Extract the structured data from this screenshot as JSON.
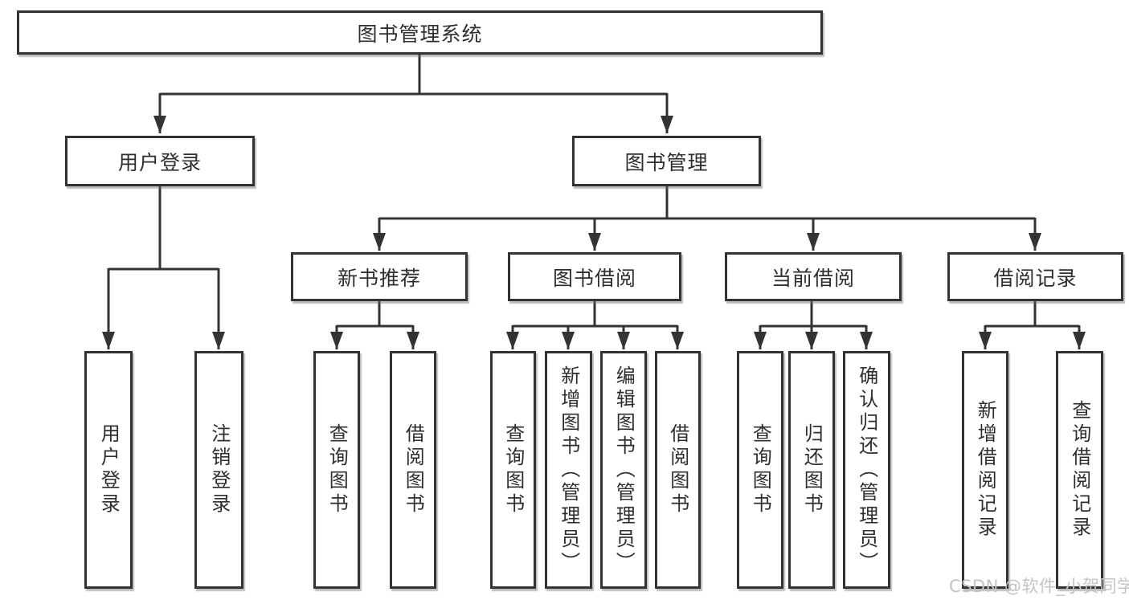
{
  "nodes": {
    "root": {
      "label": "图书管理系统"
    },
    "user_login": {
      "label": "用户登录"
    },
    "book_mgmt": {
      "label": "图书管理"
    },
    "new_book_rec": {
      "label": "新书推荐"
    },
    "book_borrow": {
      "label": "图书借阅"
    },
    "current_borrow": {
      "label": "当前借阅"
    },
    "borrow_records": {
      "label": "借阅记录"
    },
    "leaf_user_login": {
      "label": "用户登录"
    },
    "leaf_logout": {
      "label": "注销登录"
    },
    "leaf_query_book_rec": {
      "label": "查询图书"
    },
    "leaf_borrow_book_rec": {
      "label": "借阅图书"
    },
    "leaf_query_book_borrow": {
      "label": "查询图书"
    },
    "leaf_add_book_admin": {
      "label": "新增图书（管理员）"
    },
    "leaf_edit_book_admin": {
      "label": "编辑图书（管理员）"
    },
    "leaf_borrow_book": {
      "label": "借阅图书"
    },
    "leaf_query_book_current": {
      "label": "查询图书"
    },
    "leaf_return_book": {
      "label": "归还图书"
    },
    "leaf_confirm_return_admin": {
      "label": "确认归还（管理员）"
    },
    "leaf_add_borrow_record": {
      "label": "新增借阅记录"
    },
    "leaf_query_borrow_record": {
      "label": "查询借阅记录"
    }
  },
  "tree": {
    "图书管理系统": {
      "用户登录": [
        "用户登录",
        "注销登录"
      ],
      "图书管理": {
        "新书推荐": [
          "查询图书",
          "借阅图书"
        ],
        "图书借阅": [
          "查询图书",
          "新增图书（管理员）",
          "编辑图书（管理员）",
          "借阅图书"
        ],
        "当前借阅": [
          "查询图书",
          "归还图书",
          "确认归还（管理员）"
        ],
        "借阅记录": [
          "新增借阅记录",
          "查询借阅记录"
        ]
      }
    }
  },
  "watermark": {
    "text": "CSDN @软件_小贺同学"
  },
  "colors": {
    "line": "#333333",
    "box_border": "#333333",
    "text": "#2e2e2e",
    "background": "#ffffff",
    "watermark": "#c4c4c8"
  }
}
